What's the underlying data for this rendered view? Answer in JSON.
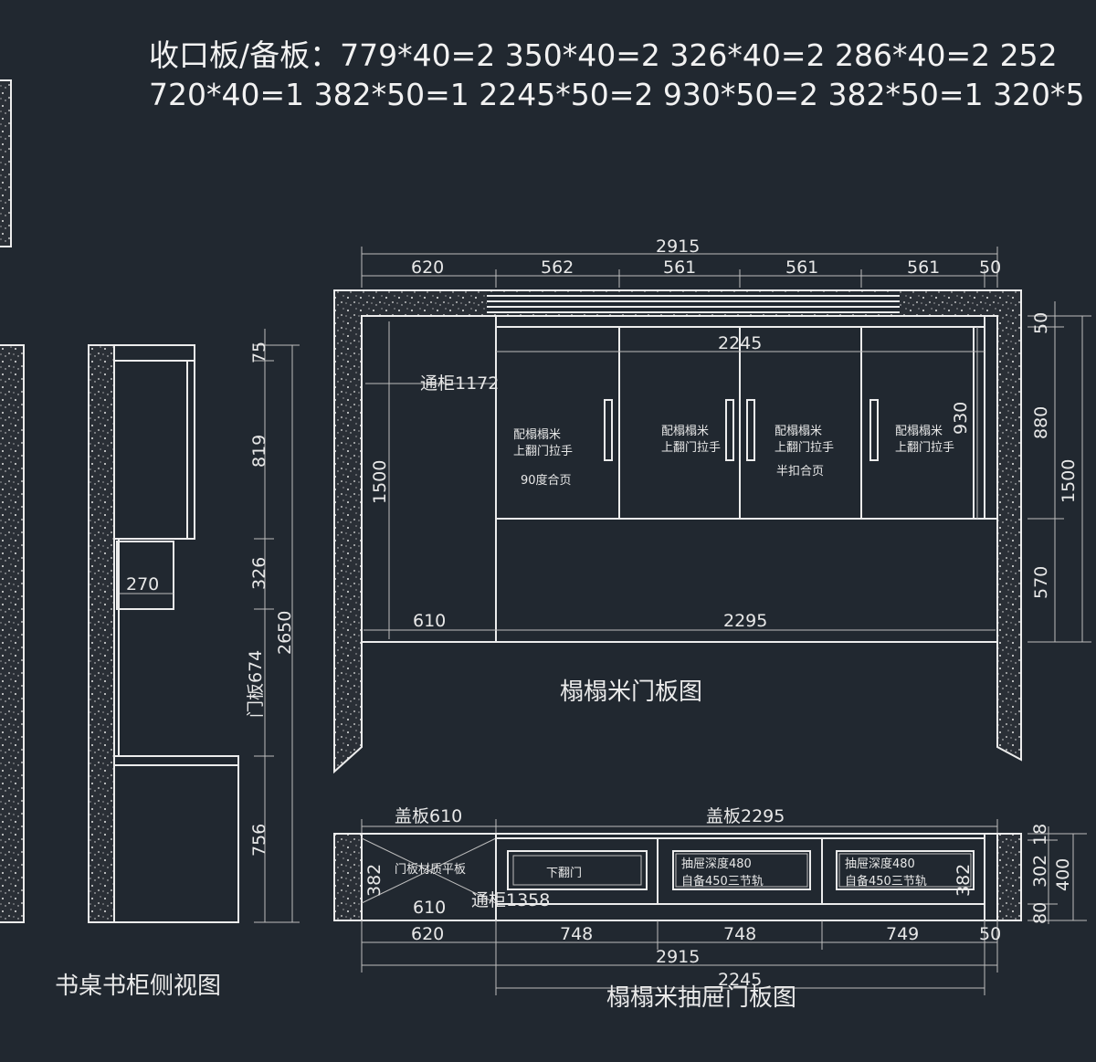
{
  "header": {
    "line1": "收口板/备板：779*40=2   350*40=2  326*40=2   286*40=2  252",
    "line2": "720*40=1  382*50=1  2245*50=2   930*50=2  382*50=1  320*5"
  },
  "side_view": {
    "title": "书桌书柜侧视图",
    "dims": {
      "d75": "75",
      "d819": "819",
      "d326": "326",
      "d2650": "2650",
      "door674": "门板674",
      "d756": "756",
      "d270": "270"
    }
  },
  "front_view": {
    "title": "榻榻米门板图",
    "top": {
      "total": "2915",
      "d620": "620",
      "d562": "562",
      "d561a": "561",
      "d561b": "561",
      "d561c": "561",
      "d50": "50"
    },
    "inner": {
      "d2245": "2245",
      "cabinet": "通柜1172",
      "h1500_left": "1500",
      "d930": "930",
      "d610": "610",
      "d2295": "2295"
    },
    "right": {
      "d50": "50",
      "d880": "880",
      "d570": "570",
      "d1500": "1500"
    },
    "door_notes": {
      "n1a": "配榻榻米",
      "n1b": "上翻门拉手",
      "n1c": "90度合页",
      "n2a": "配榻榻米",
      "n2b": "上翻门拉手",
      "n3a": "配榻榻米",
      "n3b": "上翻门拉手",
      "n3c": "半扣合页",
      "n4a": "配榻榻米",
      "n4b": "上翻门拉手"
    }
  },
  "drawer_view": {
    "title": "榻榻米抽屉门板图",
    "top": {
      "cover610": "盖板610",
      "cover2295": "盖板2295"
    },
    "inner": {
      "d382": "382",
      "flat": "门板材质平板",
      "d610": "610",
      "cabinet": "通柜1358",
      "down_door": "下翻门",
      "drawer_depth1": "抽屉深度480",
      "rail1": "自备450三节轨",
      "drawer_depth2": "抽屉深度480",
      "rail2": "自备450三节轨",
      "d382r": "382"
    },
    "right": {
      "d18": "18",
      "d302": "302",
      "d80": "80",
      "d400": "400"
    },
    "bottom": {
      "d620": "620",
      "d748a": "748",
      "d748b": "748",
      "d749": "749",
      "d50": "50",
      "total": "2915",
      "d2245": "2245"
    }
  }
}
